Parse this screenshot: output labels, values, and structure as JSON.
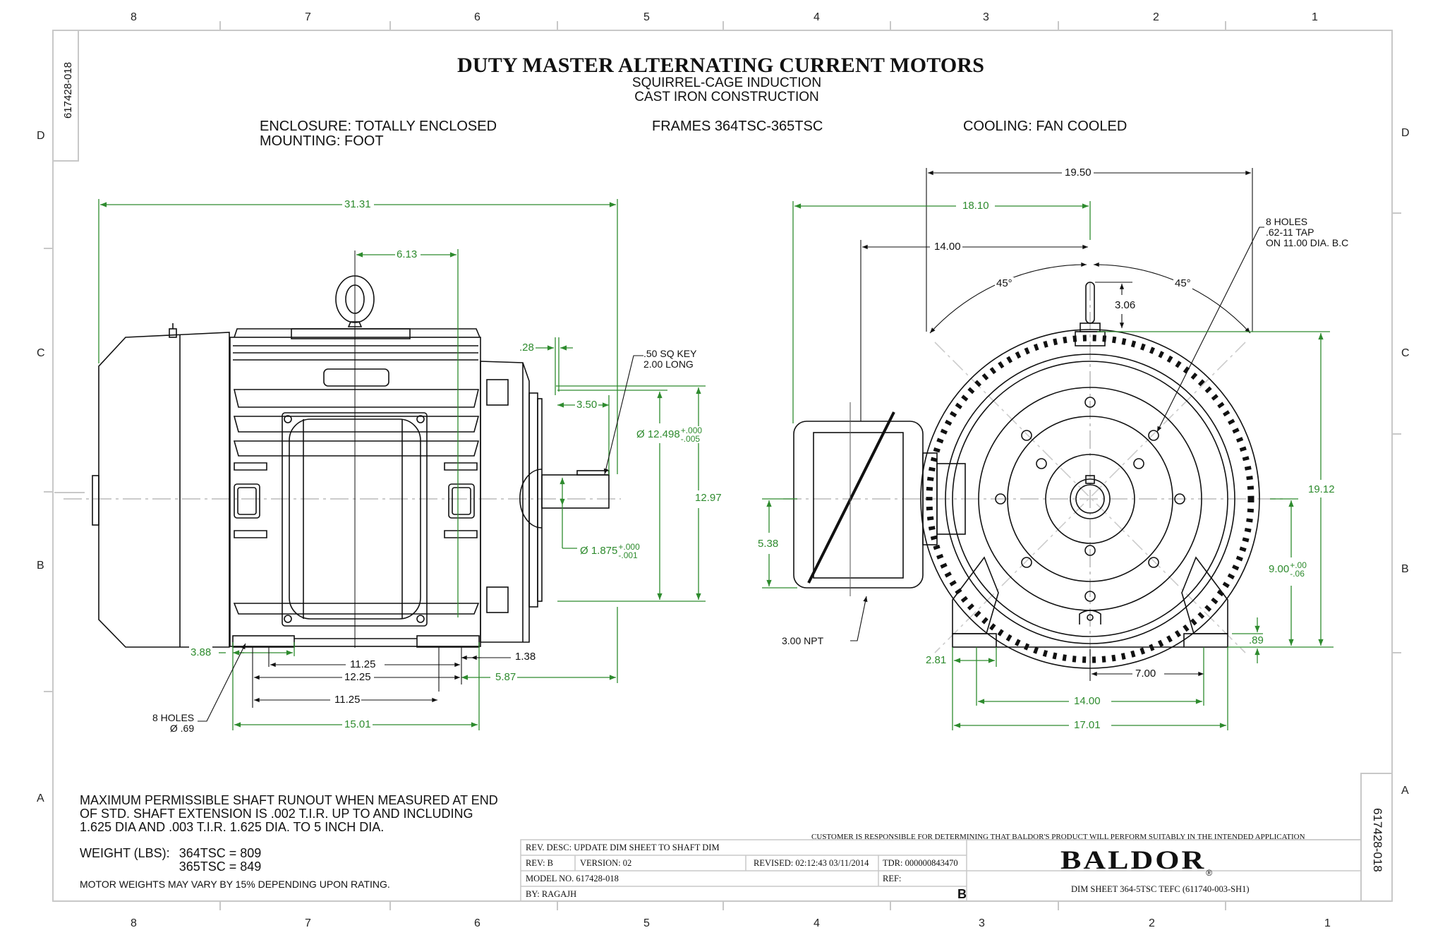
{
  "sheet": {
    "title": "DUTY MASTER ALTERNATING CURRENT MOTORS",
    "subtitle_1": "SQUIRREL-CAGE INDUCTION",
    "subtitle_2": "CAST IRON CONSTRUCTION",
    "enclosure": "ENCLOSURE: TOTALLY ENCLOSED",
    "mounting": "MOUNTING: FOOT",
    "frames": "FRAMES 364TSC-365TSC",
    "cooling": "COOLING: FAN COOLED",
    "drawing_number_side": "617428-018",
    "drawing_number_corner": "617428-018"
  },
  "grid": {
    "columns": [
      "8",
      "7",
      "6",
      "5",
      "4",
      "3",
      "2",
      "1"
    ],
    "rows": [
      "D",
      "C",
      "B",
      "A"
    ]
  },
  "side_view": {
    "overall_length": "31.31",
    "eyebolt_offset": "6.13",
    "flange_gap": ".28",
    "shaft_extension": "3.50",
    "key_note_1": ".50 SQ KEY",
    "key_note_2": "2.00 LONG",
    "pilot_diameter": "Ø 12.498",
    "pilot_tol_plus": "+.000",
    "pilot_tol_minus": "-.005",
    "shaft_diameter": "Ø 1.875",
    "shaft_tol_plus": "+.000",
    "shaft_tol_minus": "-.001",
    "face_height": "12.97",
    "foot_offset": "3.88",
    "foot_span_a": "11.25",
    "foot_span_b": "12.25",
    "foot_span_c": "11.25",
    "foot_length": "15.01",
    "foot_end_gap": "1.38",
    "shaft_to_foot": "5.87",
    "holes_note_1": "8 HOLES",
    "holes_note_2": "Ø .69"
  },
  "end_view": {
    "overall_width": "19.50",
    "conduit_to_center": "18.10",
    "box_to_center": "14.00",
    "angle_left": "45°",
    "angle_right": "45°",
    "eyebolt_height": "3.06",
    "tap_note_1": "8 HOLES",
    "tap_note_2": ".62-11 TAP",
    "tap_note_3": "ON 11.00 DIA. B.C",
    "overall_height": "19.12",
    "conduit_height": "5.38",
    "shaft_height": "9.00",
    "shaft_height_tol_plus": "+.00",
    "shaft_height_tol_minus": "-.06",
    "foot_thickness": ".89",
    "npt_note": "3.00 NPT",
    "foot_width": "2.81",
    "half_bolt_span": "7.00",
    "bolt_span": "14.00",
    "base_width": "17.01"
  },
  "notes": {
    "runout_1": "MAXIMUM PERMISSIBLE SHAFT RUNOUT WHEN MEASURED AT END",
    "runout_2": "OF STD. SHAFT EXTENSION IS .002 T.I.R. UP TO AND INCLUDING",
    "runout_3": "1.625 DIA AND .003 T.I.R. 1.625 DIA. TO 5 INCH DIA.",
    "weight_label": "WEIGHT (LBS):",
    "weight_364": "364TSC = 809",
    "weight_365": "365TSC = 849",
    "weight_note": "MOTOR WEIGHTS MAY VARY BY 15% DEPENDING UPON RATING."
  },
  "title_block": {
    "disclaimer": "CUSTOMER IS RESPONSIBLE FOR DETERMINING THAT BALDOR'S PRODUCT WILL PERFORM SUITABLY IN THE INTENDED APPLICATION",
    "rev_desc": "REV. DESC: UPDATE DIM SHEET TO SHAFT DIM",
    "rev": "REV:  B",
    "version": "VERSION:  02",
    "revised": "REVISED:  02:12:43 03/11/2014",
    "tdr": "TDR: 000000843470",
    "model_no": "MODEL NO.   617428-018",
    "ref": "REF:",
    "by": "BY: RAGAJH",
    "size_letter": "B",
    "brand": "BALDOR",
    "brand_mark": "®",
    "sheet_desc": "DIM SHEET 364-5TSC TEFC   (611740-003-SH1)"
  },
  "colors": {
    "dimension": "#2e8b2e",
    "linework": "#111111",
    "border": "#c8c8c8"
  }
}
